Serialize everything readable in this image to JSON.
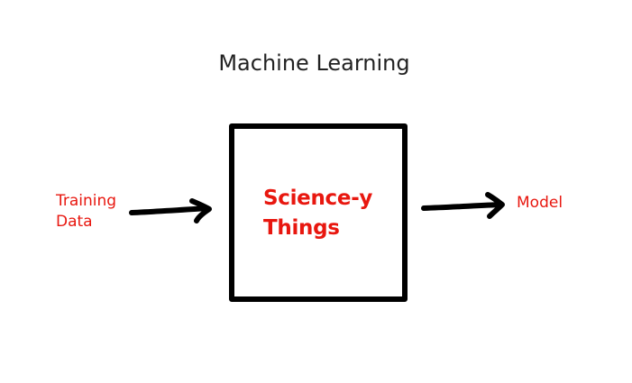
{
  "diagram": {
    "title": "Machine Learning",
    "input_label": "Training\nData",
    "process_label": "Science-y\nThings",
    "output_label": "Model"
  },
  "colors": {
    "label_red": "#e8170f",
    "stroke": "#000000",
    "title_text": "#222222",
    "background": "#ffffff"
  }
}
